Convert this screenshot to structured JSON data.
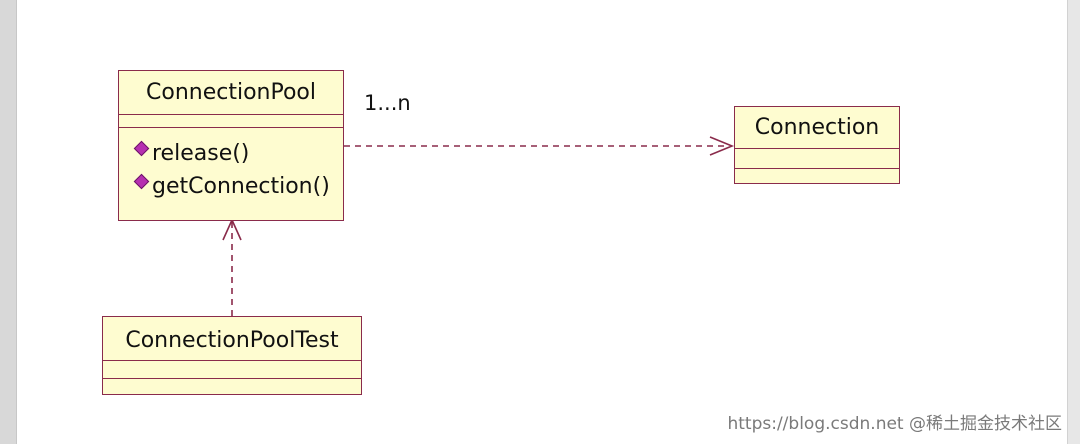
{
  "classes": {
    "connection_pool": {
      "name": "ConnectionPool",
      "operations": [
        "release()",
        "getConnection()"
      ]
    },
    "connection": {
      "name": "Connection"
    },
    "connection_pool_test": {
      "name": "ConnectionPoolTest"
    }
  },
  "relations": {
    "pool_to_connection": {
      "multiplicity": "1...n"
    }
  },
  "watermark": "https://blog.csdn.net @稀土掘金技术社区",
  "colors": {
    "class_fill": "#fefcd0",
    "class_border": "#8a2b4b",
    "dependency_line": "#8a2b4b",
    "operation_icon": "#b62fb0"
  }
}
